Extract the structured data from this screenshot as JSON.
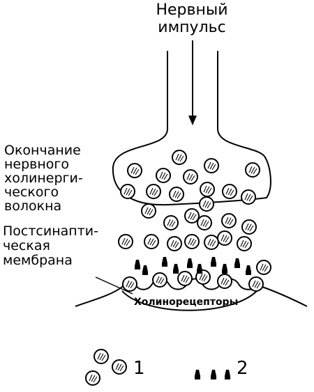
{
  "title": {
    "line1": "Нервный",
    "line2": "импульс"
  },
  "labels": {
    "ending": [
      "Окончание",
      "нервного",
      "холинерги-",
      "ческого",
      "волокна"
    ],
    "membrane": [
      "Постсинапти-",
      "ческая",
      "мембрана"
    ],
    "receptors": "Холинорецепторы"
  },
  "legend": {
    "item1": "1",
    "item2": "2"
  },
  "icons": {
    "vesicle": "vesicle-icon",
    "receptor": "receptor-icon"
  },
  "colors": {
    "stroke": "#000000",
    "fill": "#ffffff"
  }
}
